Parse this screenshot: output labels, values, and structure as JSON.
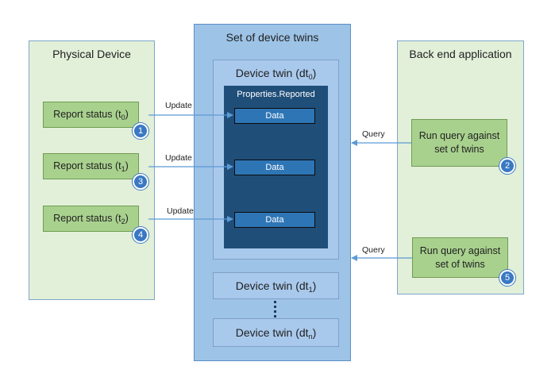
{
  "physical_device": {
    "title": "Physical Device",
    "reports": [
      {
        "label": "Report status (t",
        "sub": "0",
        "suffix": ")",
        "badge": "1"
      },
      {
        "label": "Report status (t",
        "sub": "1",
        "suffix": ")",
        "badge": "3"
      },
      {
        "label": "Report status (t",
        "sub": "2",
        "suffix": ")",
        "badge": "4"
      }
    ]
  },
  "twins_set": {
    "title": "Set of device twins",
    "twin0": {
      "label": "Device twin (dt",
      "sub": "0",
      "suffix": ")"
    },
    "properties_label": "Properties.Reported",
    "data_labels": [
      "Data",
      "Data",
      "Data"
    ],
    "twin1": {
      "label": "Device twin (dt",
      "sub": "1",
      "suffix": ")"
    },
    "twinn": {
      "label": "Device twin (dt",
      "sub": "n",
      "suffix": ")"
    }
  },
  "backend": {
    "title": "Back end application",
    "queries": [
      {
        "line1": "Run query against",
        "line2": "set of twins",
        "badge": "2"
      },
      {
        "line1": "Run query against",
        "line2": "set of twins",
        "badge": "5"
      }
    ]
  },
  "arrows": {
    "update_label": "Update",
    "query_label": "Query"
  },
  "colors": {
    "arrow": "#5b9bd5",
    "badge": "#3a78c2"
  }
}
